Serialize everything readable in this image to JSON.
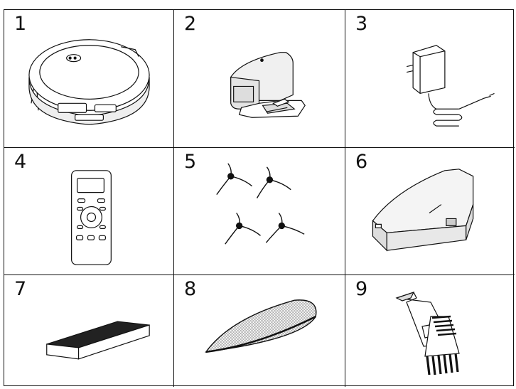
{
  "items": [
    {
      "number": "1",
      "icon": "robot-vacuum-icon"
    },
    {
      "number": "2",
      "icon": "charging-dock-icon"
    },
    {
      "number": "3",
      "icon": "power-adapter-icon"
    },
    {
      "number": "4",
      "icon": "remote-control-icon"
    },
    {
      "number": "5",
      "icon": "side-brushes-icon"
    },
    {
      "number": "6",
      "icon": "water-tank-icon"
    },
    {
      "number": "7",
      "icon": "filter-icon"
    },
    {
      "number": "8",
      "icon": "mop-pad-icon"
    },
    {
      "number": "9",
      "icon": "cleaning-brush-tool-icon"
    }
  ]
}
